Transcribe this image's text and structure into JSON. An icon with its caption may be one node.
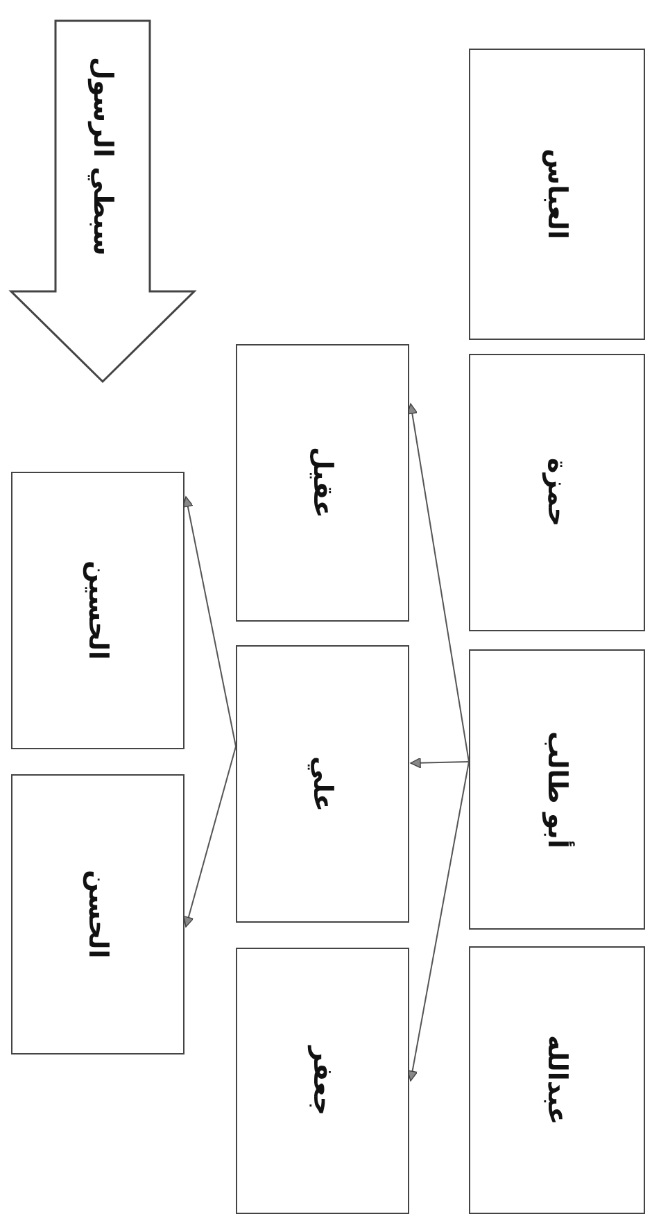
{
  "diagram": {
    "nodes": [
      {
        "text": [
          "العباس"
        ]
      },
      {
        "text": [
          "حمزة"
        ]
      },
      {
        "text": [
          "أبو طالب"
        ]
      },
      {
        "text": [
          "عبدالله"
        ]
      },
      {
        "text": [
          "عقيل"
        ]
      },
      {
        "text": [
          "علي"
        ]
      },
      {
        "text": [
          "جعفر"
        ]
      },
      {
        "text": [
          "الحسين"
        ]
      },
      {
        "text": [
          "الحسن"
        ]
      },
      {
        "text": [
          "سبطي الرسول"
        ]
      }
    ],
    "edges": [
      {
        "from": 2,
        "to": 4,
        "arrow": "to"
      },
      {
        "from": 2,
        "to": 5,
        "arrow": "to"
      },
      {
        "from": 2,
        "to": 6,
        "arrow": "to"
      },
      {
        "from": 5,
        "to": 7,
        "arrow": "to"
      },
      {
        "from": 5,
        "to": 8,
        "arrow": "to"
      }
    ]
  }
}
